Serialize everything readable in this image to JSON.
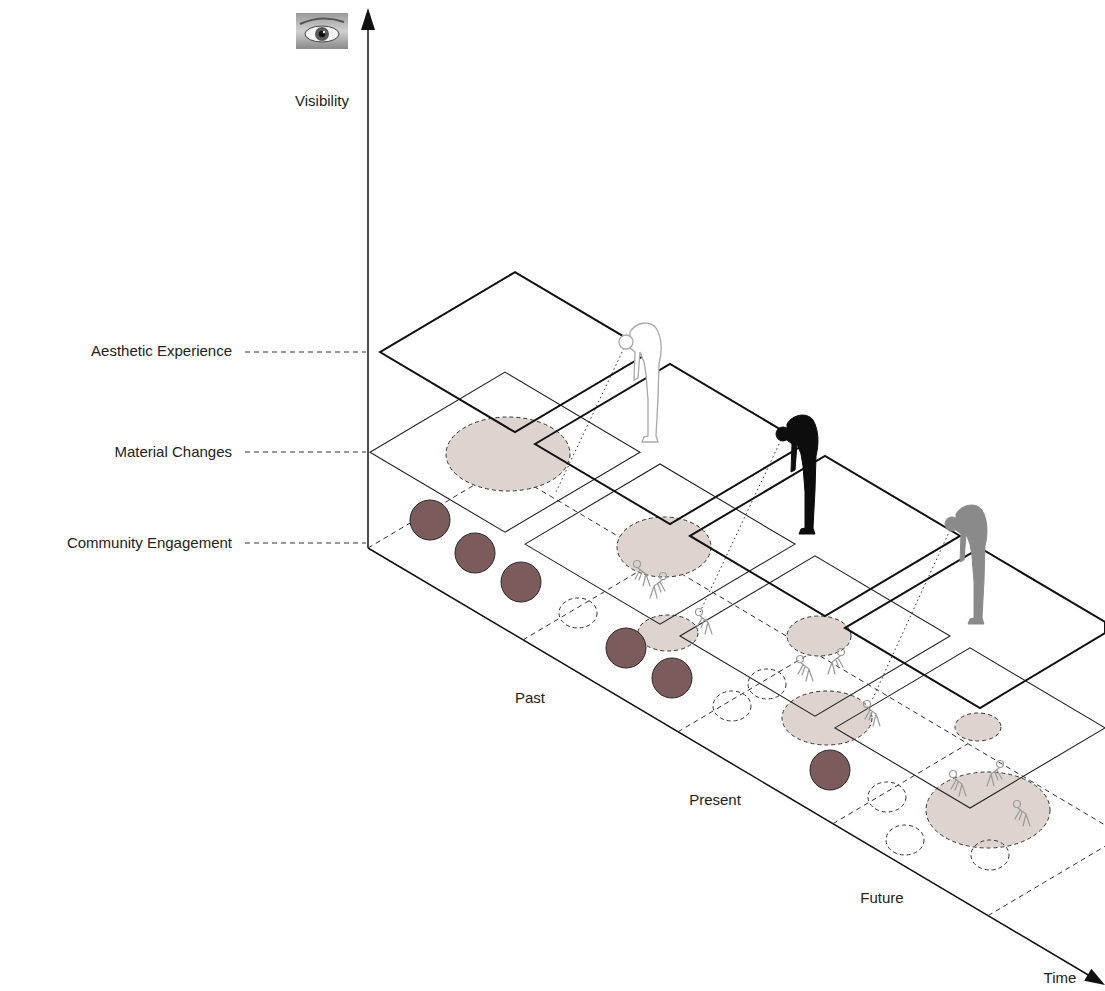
{
  "diagram": {
    "labels": [
      "Visibility",
      "Aesthetic Experience",
      "Material Changes",
      "Community Engagement",
      "Past",
      "Present",
      "Future",
      "Time"
    ]
  }
}
